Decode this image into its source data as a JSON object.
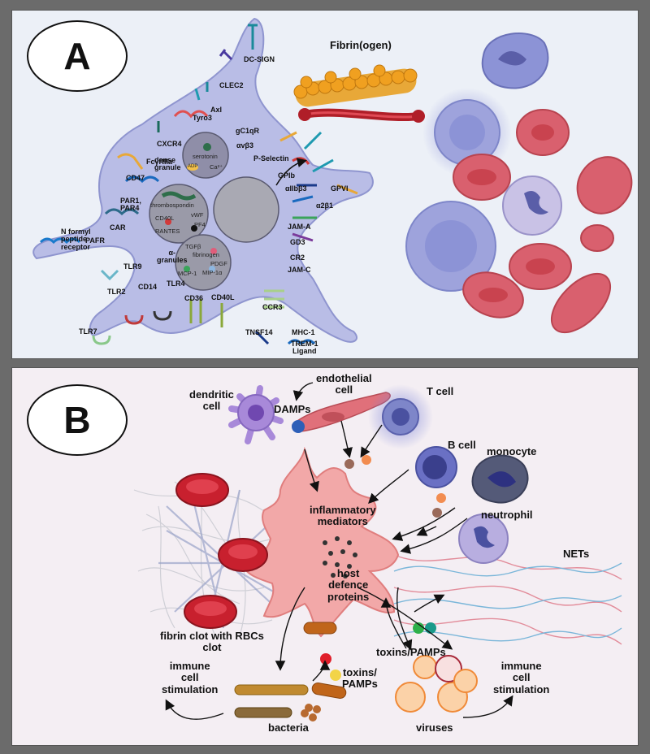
{
  "panelA": {
    "letter": "A",
    "fibrinogen": "Fibrin(ogen)",
    "receptors": {
      "dcsign": "DC-SIGN",
      "clec2": "CLEC2",
      "axl": "Axl",
      "tyro3": "Tyro3",
      "gc1qr": "gC1qR",
      "avb3": "αvβ3",
      "pselectin": "P-Selectin",
      "cxcr4": "CXCR4",
      "fcgr": "FcγRIIa",
      "cd47": "CD47",
      "par": "PAR1,\nPAR4",
      "car": "CAR",
      "pafr": "PAFR",
      "nformyl": "N formyl\npeptide\nreceptor",
      "tlr9": "TLR9",
      "cd14": "CD14",
      "tlr4": "TLR4",
      "tlr2": "TLR2",
      "tlr7": "TLR7",
      "cd36": "CD36",
      "cd40l": "CD40L",
      "ccr3": "CCR3",
      "tnsf14": "TNSF14",
      "mhc1": "MHC-1",
      "trem": "TREM-1\nLigand",
      "jamc": "JAM-C",
      "cr2": "CR2",
      "gd3": "GD3",
      "jama": "JAM-A",
      "a2b1": "α2β1",
      "aiib": "αIIbβ3",
      "gpvi": "GPVI",
      "gpib": "GPIb"
    },
    "granules": {
      "dense": "dense\ngranule",
      "serotonin": "serotonin",
      "adp": "ADP",
      "ca": "Ca²⁺",
      "alpha": "α-\ngranules",
      "thrombospondin": "thrombospondin",
      "cd40l": "CD40L",
      "vwf": "vWF",
      "pf4": "PF4",
      "rantes": "RANTES",
      "tgfb": "TGFβ",
      "fibrinogen": "fibrinogen",
      "pdgf": "PDGF",
      "mcp1": "MCP-1",
      "mip": "MIP-1α"
    }
  },
  "panelB": {
    "letter": "B",
    "dendritic": "dendritic\ncell",
    "damps": "DAMPs",
    "endothelial": "endothelial\ncell",
    "tcell": "T cell",
    "bcell": "B cell",
    "monocyte": "monocyte",
    "neutrophil": "neutrophil",
    "nets": "NETs",
    "inflammatory": "inflammatory\nmediators",
    "host": "host\ndefence\nproteins",
    "clot": "fibrin clot with RBCs\nclot",
    "toxins_right": "toxins/PAMPs",
    "toxins_left": "toxins/\nPAMPs",
    "immune_left": "immune\ncell\nstimulation",
    "immune_right": "immune\ncell\nstimulation",
    "bacteria": "bacteria",
    "viruses": "viruses"
  },
  "colors": {
    "platelet": "#b9bde6",
    "platelet_stroke": "#8f95cf",
    "rbc": "#d9606e",
    "wbc": "#7e86c9",
    "activated_platelet": "#f2a8a8",
    "fibrin": "#e8a838"
  }
}
